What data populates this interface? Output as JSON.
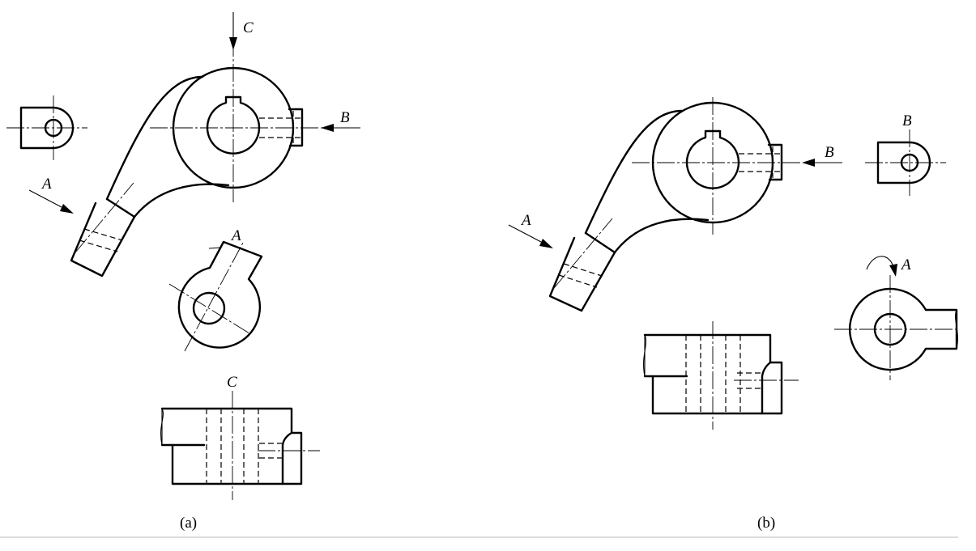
{
  "figure": {
    "colors": {
      "line": "#000000",
      "background": "#ffffff"
    },
    "panel_a": {
      "caption": "(a)",
      "view_labels": {
        "c": "C",
        "b": "B",
        "a": "A",
        "a_view": "A",
        "c_view": "C"
      }
    },
    "panel_b": {
      "caption": "(b)",
      "view_labels": {
        "b": "B",
        "b_view": "B",
        "a": "A",
        "a_view": "A"
      }
    }
  }
}
